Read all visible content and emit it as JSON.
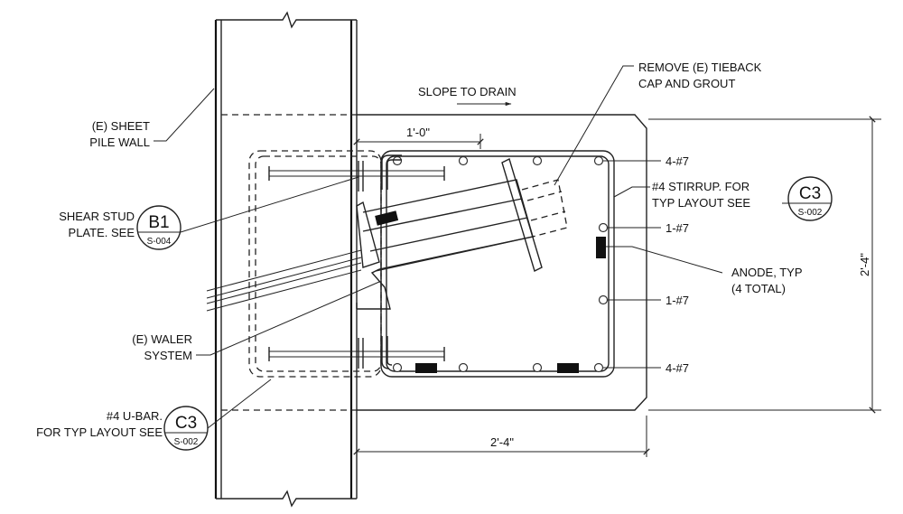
{
  "labels": {
    "sheet_pile_wall": [
      "(E) SHEET",
      "PILE WALL"
    ],
    "shear_stud_plate": [
      "SHEAR STUD",
      "PLATE. SEE"
    ],
    "waler_system": [
      "(E) WALER",
      "SYSTEM"
    ],
    "u_bar": [
      "#4 U-BAR.",
      "FOR TYP LAYOUT SEE"
    ],
    "slope": "SLOPE TO DRAIN",
    "remove_tieback": [
      "REMOVE (E) TIEBACK",
      "CAP AND GROUT"
    ],
    "stirrup": [
      "#4 STIRRUP. FOR",
      "TYP LAYOUT SEE"
    ],
    "anode": [
      "ANODE, TYP",
      "(4 TOTAL)"
    ],
    "rebar_top": "4-#7",
    "rebar_mid_upper": "1-#7",
    "rebar_mid_lower": "1-#7",
    "rebar_bottom": "4-#7"
  },
  "dimensions": {
    "top_width": "1'-0\"",
    "bottom_width": "2'-4\"",
    "height": "2'-4\""
  },
  "callouts": {
    "b1": {
      "tag": "B1",
      "sheet": "S-004"
    },
    "c3_right": {
      "tag": "C3",
      "sheet": "S-002"
    },
    "c3_left": {
      "tag": "C3",
      "sheet": "S-002"
    }
  }
}
